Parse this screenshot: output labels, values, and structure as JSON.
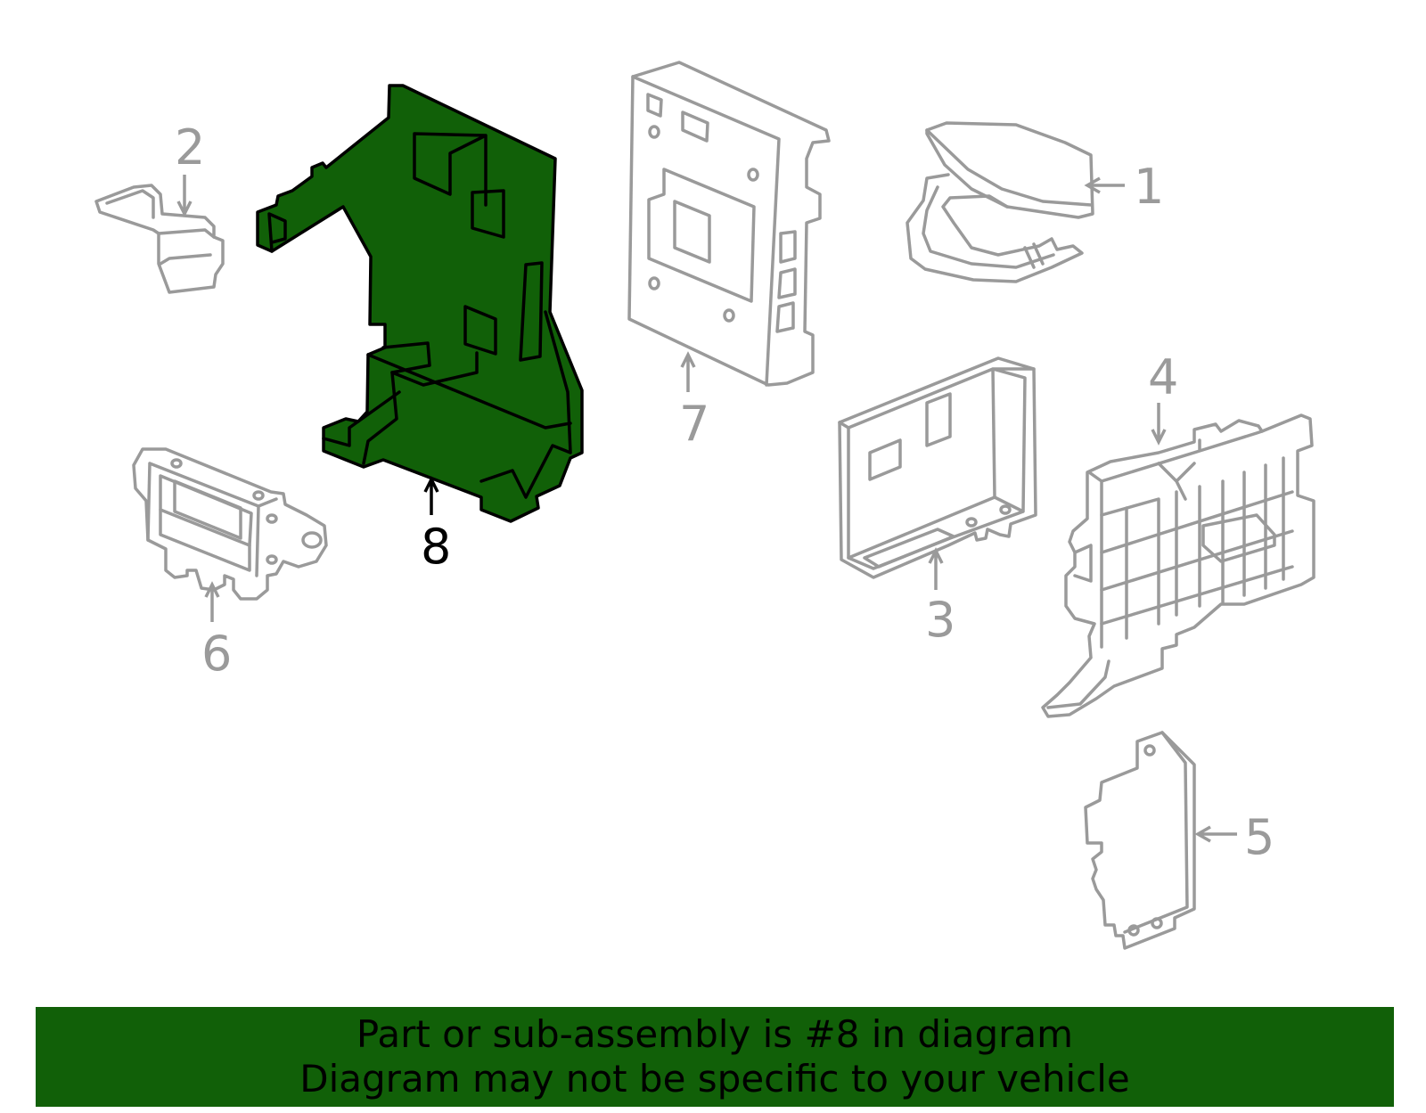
{
  "colors": {
    "highlight_fill": "#116008",
    "part_stroke": "#9a9a9a",
    "banner_bg": "#116008",
    "banner_text": "#000000"
  },
  "callouts": {
    "c1": "1",
    "c2": "2",
    "c3": "3",
    "c4": "4",
    "c5": "5",
    "c6": "6",
    "c7": "7",
    "c8": "8"
  },
  "highlighted_part": "8",
  "banner": {
    "line1": "Part or sub-assembly is #8 in diagram",
    "line2": "Diagram may not be specific to your vehicle"
  }
}
